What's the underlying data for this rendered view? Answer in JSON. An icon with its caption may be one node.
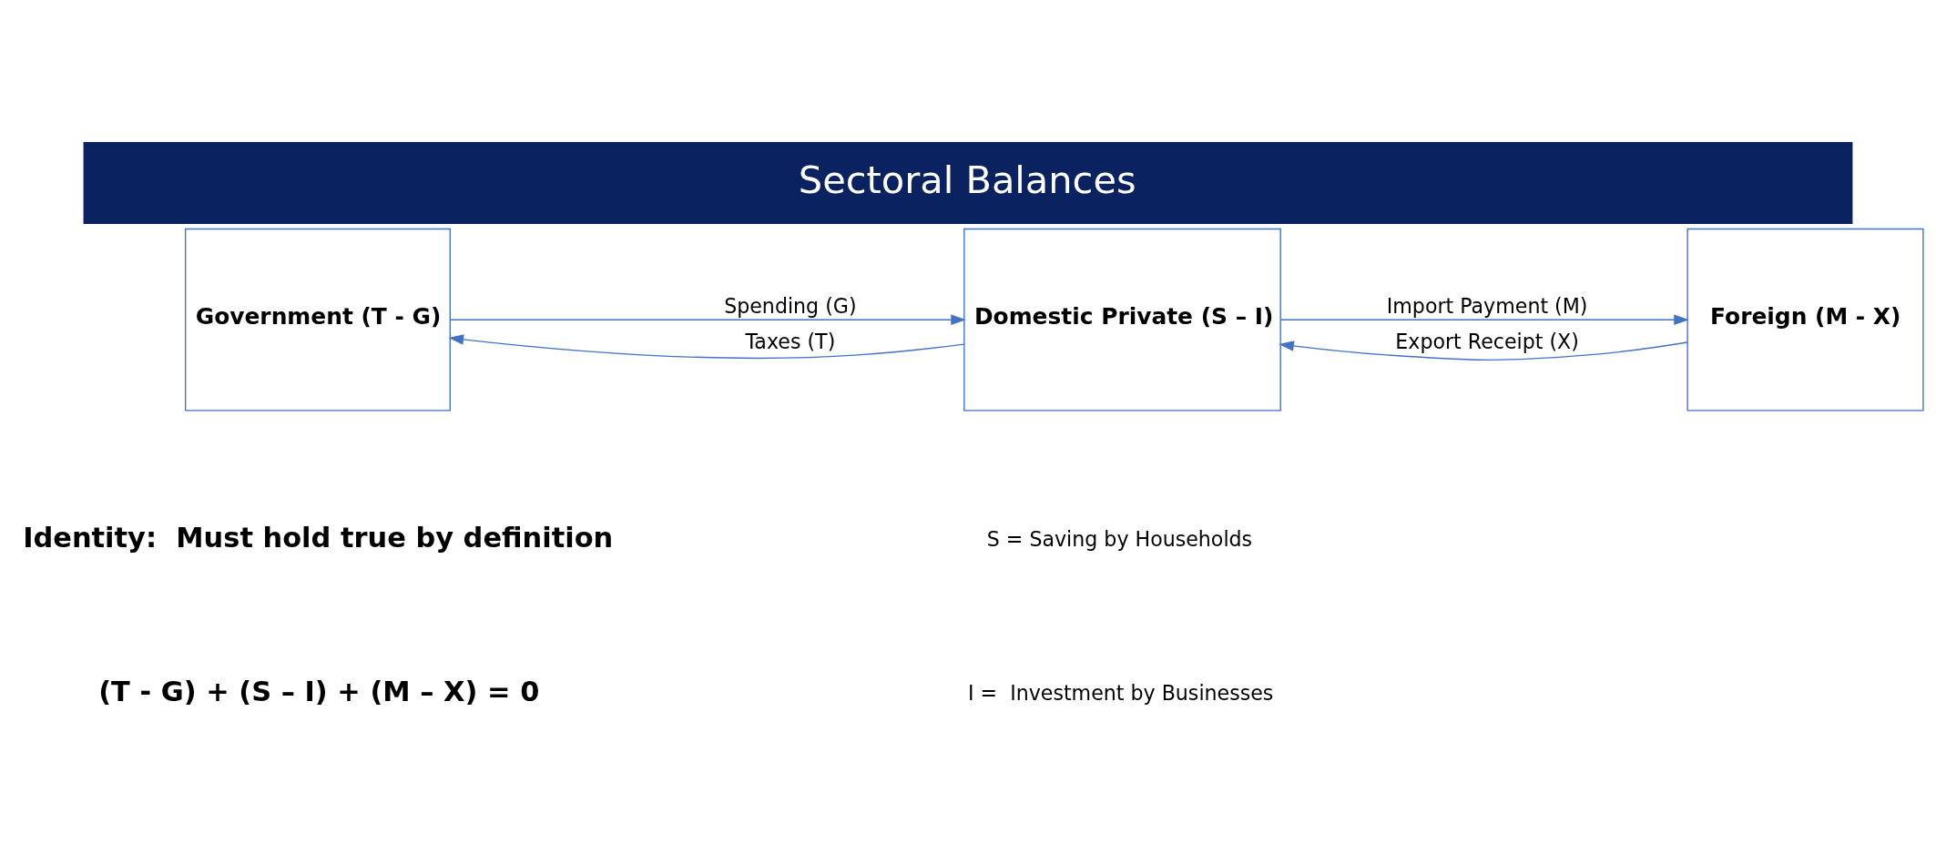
{
  "diagram": {
    "title": "Sectoral Balances",
    "nodes": [
      {
        "text": [
          "Government (T - G)"
        ]
      },
      {
        "text": [
          "Domestic Private (S – I)"
        ]
      },
      {
        "text": [
          "Foreign (M - X)"
        ]
      }
    ],
    "edges": [
      {
        "from": 0,
        "to": 1,
        "arrow": "to",
        "label": "Spending (G)"
      },
      {
        "from": 1,
        "to": 0,
        "arrow": "to",
        "label": "Taxes (T)"
      },
      {
        "from": 1,
        "to": 2,
        "arrow": "to",
        "label": "Import Payment (M)"
      },
      {
        "from": 2,
        "to": 1,
        "arrow": "to",
        "label": "Export Receipt (X)"
      }
    ],
    "labels": [
      "S = Saving by Households",
      "I =  Investment by Businesses",
      "Identity:  Must hold true by definition",
      "(T - G) + (S – I) + (M – X) = 0"
    ]
  }
}
